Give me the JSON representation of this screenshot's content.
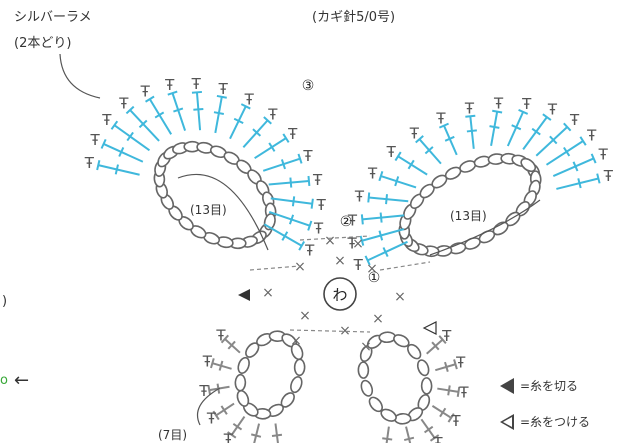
{
  "notes": {
    "yarn_label": "シルバーラメ",
    "yarn_strands": "(2本どり)",
    "hook": "(カギ針5/0号)"
  },
  "diagram": {
    "center_ring": "わ",
    "round_markers": [
      "①",
      "②",
      "③"
    ],
    "wing_counts": {
      "left_wing": "(13目)",
      "right_wing": "(13目)",
      "bottom": "(7目)"
    },
    "stitch_symbols": {
      "treble": "Ŧ",
      "chain": "×"
    }
  },
  "legend": {
    "cut_yarn": "=糸を切る",
    "join_yarn": "=糸をつける"
  },
  "colors": {
    "blue_stitch": "#3fb8dc",
    "gray_stitch": "#8a8a8a",
    "dark": "#3a3a3a",
    "green": "#38a838"
  },
  "page_fragments": {
    "left_edge_mark": ")",
    "green_mark": "o",
    "arrow": "←"
  }
}
